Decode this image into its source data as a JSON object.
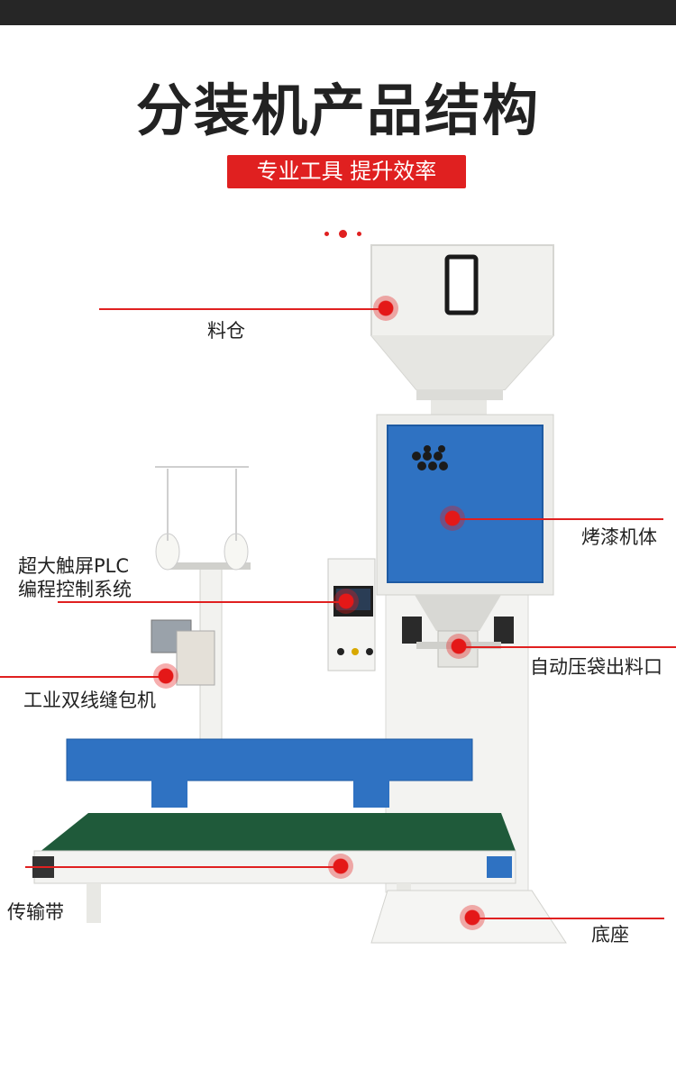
{
  "page": {
    "title": "分装机产品结构",
    "subtitle": "专业工具 提升效率"
  },
  "parts": [
    {
      "label": "料仓"
    },
    {
      "label": "烤漆机体"
    },
    {
      "label": "超大触屏PLC"
    },
    {
      "label": "编程控制系统"
    },
    {
      "label": "自动压袋出料口"
    },
    {
      "label": "工业双线缝包机"
    },
    {
      "label": "传输带"
    },
    {
      "label": "底座"
    }
  ],
  "colors": {
    "accent": "#e02020",
    "topbar": "#262626",
    "machine_blue": "#2f72c2",
    "machine_white": "#f1f1ee",
    "belt": "#1f5a3a"
  }
}
